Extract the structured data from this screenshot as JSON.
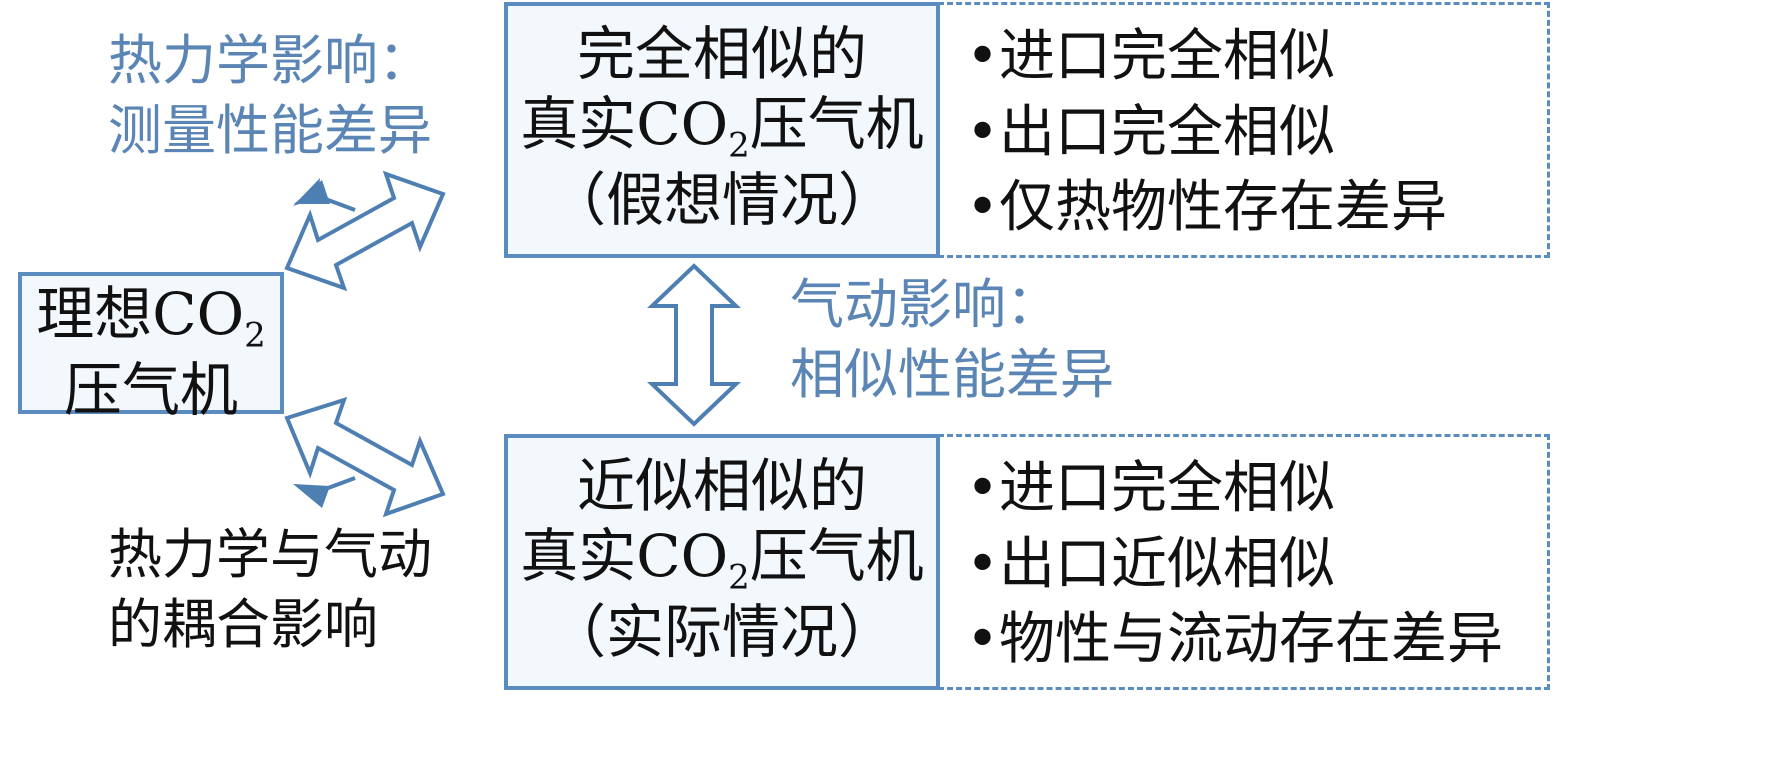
{
  "ideal_box": {
    "line1": "理想CO",
    "line1_sub": "2",
    "line2": "压气机"
  },
  "top_box": {
    "line1": "完全相似的",
    "line2a": "真实CO",
    "line2_sub": "2",
    "line2b": "压气机",
    "line3": "（假想情况）"
  },
  "bottom_box": {
    "line1": "近似相似的",
    "line2a": "真实CO",
    "line2_sub": "2",
    "line2b": "压气机",
    "line3": "（实际情况）"
  },
  "top_list": [
    "•进口完全相似",
    "•出口完全相似",
    "•仅热物性存在差异"
  ],
  "bottom_list": [
    "•进口完全相似",
    "•出口近似相似",
    "•物性与流动存在差异"
  ],
  "thermo_label": {
    "line1": "热力学影响：",
    "line2": "测量性能差异"
  },
  "aero_label": {
    "line1": "气动影响：",
    "line2": "相似性能差异"
  },
  "coupled_label": {
    "line1": "热力学与气动",
    "line2": "的耦合影响"
  },
  "colors": {
    "accent": "#5b8cc0",
    "box_fill": "#f3f8fc",
    "label_blue": "#5a85b5"
  }
}
